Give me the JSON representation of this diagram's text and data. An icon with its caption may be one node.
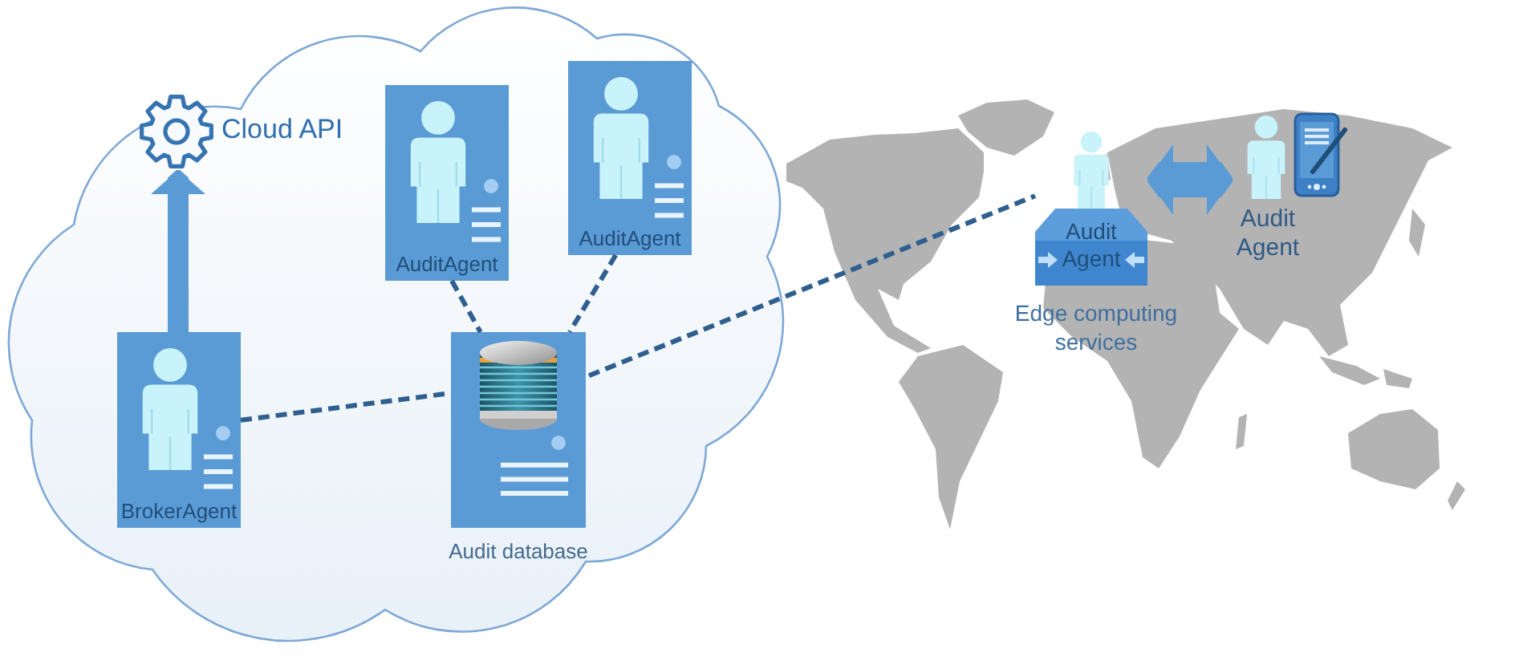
{
  "diagram": {
    "nodes": [
      {
        "text": [],
        "shape": "cloud"
      },
      {
        "text": [
          "Cloud API"
        ],
        "in": 0
      },
      {
        "text": [
          "AuditAgent"
        ],
        "in": 0
      },
      {
        "text": [
          "AuditAgent"
        ],
        "in": 0
      },
      {
        "text": [
          "BrokerAgent"
        ],
        "in": 0
      },
      {
        "text": [
          "Audit database"
        ],
        "in": 0
      },
      {
        "text": [
          "Audit Agent"
        ],
        "beside": [
          "Edge computing services"
        ]
      },
      {
        "text": [
          "Audit Agent"
        ]
      }
    ],
    "edges": [
      {
        "from": 4,
        "to": 1,
        "arrow": "to",
        "style": "thick",
        "color": "#5b9bd5"
      },
      {
        "from": 2,
        "to": 5,
        "arrow": "none",
        "style": "dashed"
      },
      {
        "from": 3,
        "to": 5,
        "arrow": "none",
        "style": "dashed"
      },
      {
        "from": 4,
        "to": 5,
        "arrow": "none",
        "style": "dashed"
      },
      {
        "from": 5,
        "to": 6,
        "arrow": "none",
        "style": "dashed"
      },
      {
        "from": 6,
        "to": 7,
        "arrow": "both",
        "style": "thick",
        "color": "#5b9bd5"
      }
    ]
  }
}
